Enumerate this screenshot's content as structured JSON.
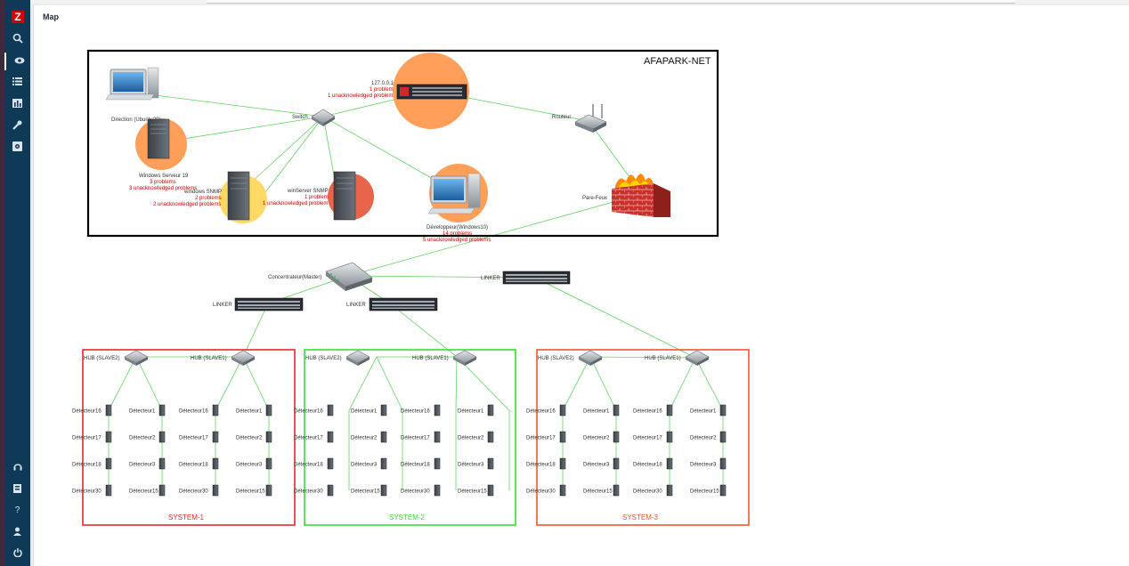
{
  "sidebar": {
    "logo": "Z",
    "items": [
      {
        "icon": "search-icon"
      },
      {
        "icon": "eye-icon"
      },
      {
        "icon": "list-icon"
      },
      {
        "icon": "bar-chart-icon"
      },
      {
        "icon": "wrench-icon"
      },
      {
        "icon": "gear-icon"
      }
    ],
    "bottom": [
      {
        "icon": "headset-icon"
      },
      {
        "icon": "share-icon"
      },
      {
        "icon": "help-icon",
        "label": "?"
      },
      {
        "icon": "user-icon"
      },
      {
        "icon": "power-icon"
      }
    ]
  },
  "page": {
    "title": "Map"
  },
  "map": {
    "net_label": "AFAPARK-NET",
    "hosts": {
      "direction": "Direction (Ubuntu20)",
      "switch": "Switch",
      "localhost": "127.0.0.1",
      "localhost_p1": "1 problem",
      "localhost_p2": "1 unacknowledged problem",
      "routeur": "Routeur",
      "winserv": "Windows Serveur 19",
      "winserv_p1": "3 problems",
      "winserv_p2": "3 unacknowledged problems",
      "winsnmp": "windows SNMP",
      "winsnmp_p1": "2 problems",
      "winsnmp_p2": "2 unacknowledged problems",
      "winserver_snmp": "winServer SNMP",
      "winserver_snmp_p1": "1 problem",
      "winserver_snmp_p2": "1 unacknowledged problem",
      "dev": "Développeur(Windows10)",
      "dev_p1": "14 problems",
      "dev_p2": "5 unacknowledged problems",
      "parefeux": "Pare-Feux",
      "concentrateur": "Concentrateur(Master)",
      "linker": "LINKER"
    },
    "systems": [
      {
        "name": "SYSTEM-1",
        "color": "#e6262d",
        "hub2": "HUB (SLAVE2)",
        "hub1": "HUB (SLAVE1)"
      },
      {
        "name": "SYSTEM-2",
        "color": "#33e02e",
        "hub2": "HUB (SLAVE2)",
        "hub1": "HUB (SLAVE1)"
      },
      {
        "name": "SYSTEM-3",
        "color": "#f3542f",
        "hub2": "HUB (SLAVE2)",
        "hub1": "HUB (SLAVE1)"
      }
    ],
    "detectors": {
      "col1": [
        "Détecteur16",
        "Détecteur17",
        "Détecteur18",
        "Détecteur30"
      ],
      "col2": [
        "Détecteur1",
        "Détecteur2",
        "Détecteur3",
        "Détecteur15"
      ],
      "col3": [
        "Détecteur16",
        "Détecteur17",
        "Détecteur18",
        "Détecteur30"
      ],
      "col4": [
        "Détecteur1",
        "Détecteur2",
        "Détecteur3",
        "Détecteur15"
      ]
    },
    "colors": {
      "link": "#5fd35f",
      "problem": "#d40000",
      "warning_bg": "#ff9f5a",
      "high_bg": "#e8654c",
      "info_bg": "#ffd966"
    }
  }
}
